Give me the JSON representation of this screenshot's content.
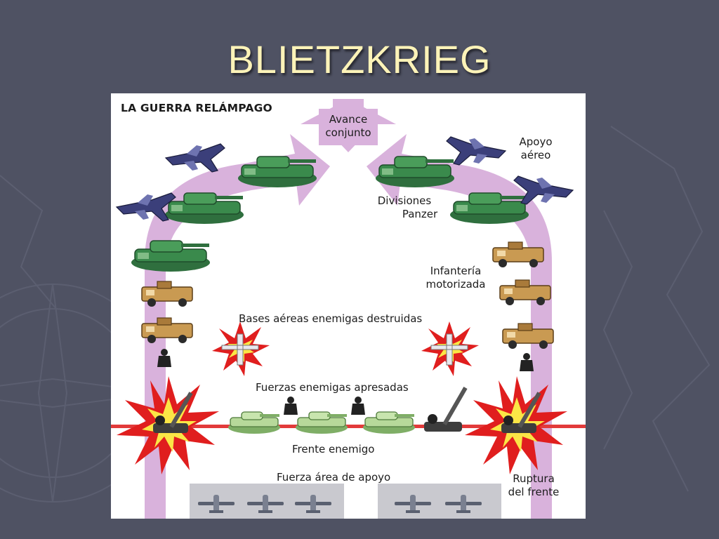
{
  "slide": {
    "title": "BLIETZKRIEG"
  },
  "diagram": {
    "heading": "LA GUERRA RELÁMPAGO",
    "labels": {
      "avance_line1": "Avance",
      "avance_line2": "conjunto",
      "apoyo_line1": "Apoyo",
      "apoyo_line2": "aéreo",
      "divisiones_line1": "Divisiones",
      "divisiones_line2": "Panzer",
      "infanteria_line1": "Infantería",
      "infanteria_line2": "motorizada",
      "bases": "Bases aéreas enemigas destruidas",
      "fuerzas": "Fuerzas enemigas apresadas",
      "frente": "Frente enemigo",
      "fuerza_aerea": "Fuerza área de apoyo",
      "ruptura_line1": "Ruptura",
      "ruptura_line2": "del frente"
    }
  },
  "colors": {
    "slide_background": "#4f5263",
    "title_text": "#fdf3b8",
    "advance_arrow": "#d9b2dc",
    "tank": "#3a8a4c",
    "enemy_tank": "#b7d99a",
    "vehicle": "#c99a52",
    "aircraft": "#3b3f7a",
    "explosion": "#e01e1e",
    "front_line": "#e23a3a"
  }
}
